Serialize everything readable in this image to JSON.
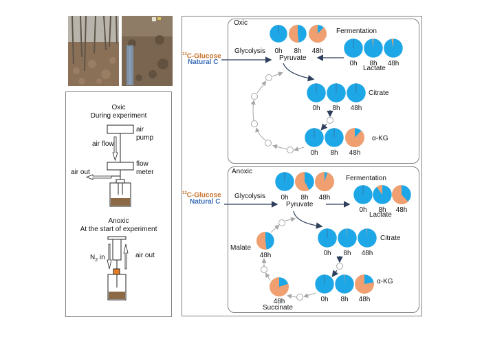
{
  "photos": {
    "left": {
      "description": "forest floor with trees and leaf litter"
    },
    "right": {
      "description": "soil profile with measuring ruler"
    }
  },
  "setup": {
    "oxic": {
      "title": "Oxic",
      "subtitle": "During experiment",
      "labels": {
        "air_pump_1": "air",
        "air_pump_2": "pump",
        "air_flow": "air flow",
        "flow_meter_1": "flow",
        "flow_meter_2": "meter",
        "air_out": "air out"
      }
    },
    "anoxic": {
      "title": "Anoxic",
      "subtitle": "At the start of experiment",
      "labels": {
        "n2_in_prefix": "N",
        "n2_in_sub": "2",
        "n2_in_suffix": " in",
        "air_out": "air out"
      }
    }
  },
  "colors": {
    "labeled_13c": "#f0a070",
    "natural_c": "#1ea7e6",
    "arrow_dark": "#2e3f5c",
    "arrow_gray": "#a6a6a6",
    "glucose_text": "#c8742e",
    "natural_text": "#3e6fb8"
  },
  "legend": {
    "glucose": "13C-Glucose",
    "glucose_sup": "13",
    "glucose_rest": "C-Glucose",
    "natural": "Natural C"
  },
  "panels": {
    "oxic": {
      "title": "Oxic",
      "glycolysis": "Glycolysis",
      "fermentation": "Fermentation",
      "pyruvate": {
        "label": "Pyruvate",
        "times": [
          "0h",
          "8h",
          "48h"
        ],
        "labeled_fraction": [
          0.0,
          0.52,
          0.88
        ]
      },
      "lactate": {
        "label": "Lactate",
        "times": [
          "0h",
          "8h",
          "48h"
        ],
        "labeled_fraction": [
          0.0,
          0.02,
          0.03
        ]
      },
      "citrate": {
        "label": "Citrate",
        "times": [
          "0h",
          "8h",
          "48h"
        ],
        "labeled_fraction": [
          0.0,
          0.0,
          0.0
        ]
      },
      "akg": {
        "label": "α-KG",
        "times": [
          "0h",
          "8h",
          "48h"
        ],
        "labeled_fraction": [
          0.0,
          0.0,
          0.88
        ]
      }
    },
    "anoxic": {
      "title": "Anoxic",
      "glycolysis": "Glycolysis",
      "fermentation": "Fermentation",
      "pyruvate": {
        "label": "Pyruvate",
        "times": [
          "0h",
          "8h",
          "48h"
        ],
        "labeled_fraction": [
          0.0,
          0.58,
          0.95
        ]
      },
      "lactate": {
        "label": "Lactate",
        "times": [
          "0h",
          "8h",
          "48h"
        ],
        "labeled_fraction": [
          0.0,
          0.1,
          0.62
        ]
      },
      "citrate": {
        "label": "Citrate",
        "times": [
          "0h",
          "8h",
          "48h"
        ],
        "labeled_fraction": [
          0.0,
          0.01,
          0.01
        ]
      },
      "akg": {
        "label": "α-KG",
        "times": [
          "0h",
          "8h",
          "48h"
        ],
        "labeled_fraction": [
          0.0,
          0.01,
          0.78
        ]
      },
      "malate": {
        "label": "Malate",
        "times": [
          "48h"
        ],
        "labeled_fraction": [
          0.52
        ]
      },
      "succinate": {
        "label": "Succinate",
        "times": [
          "48h"
        ],
        "labeled_fraction": [
          0.8
        ]
      }
    }
  }
}
